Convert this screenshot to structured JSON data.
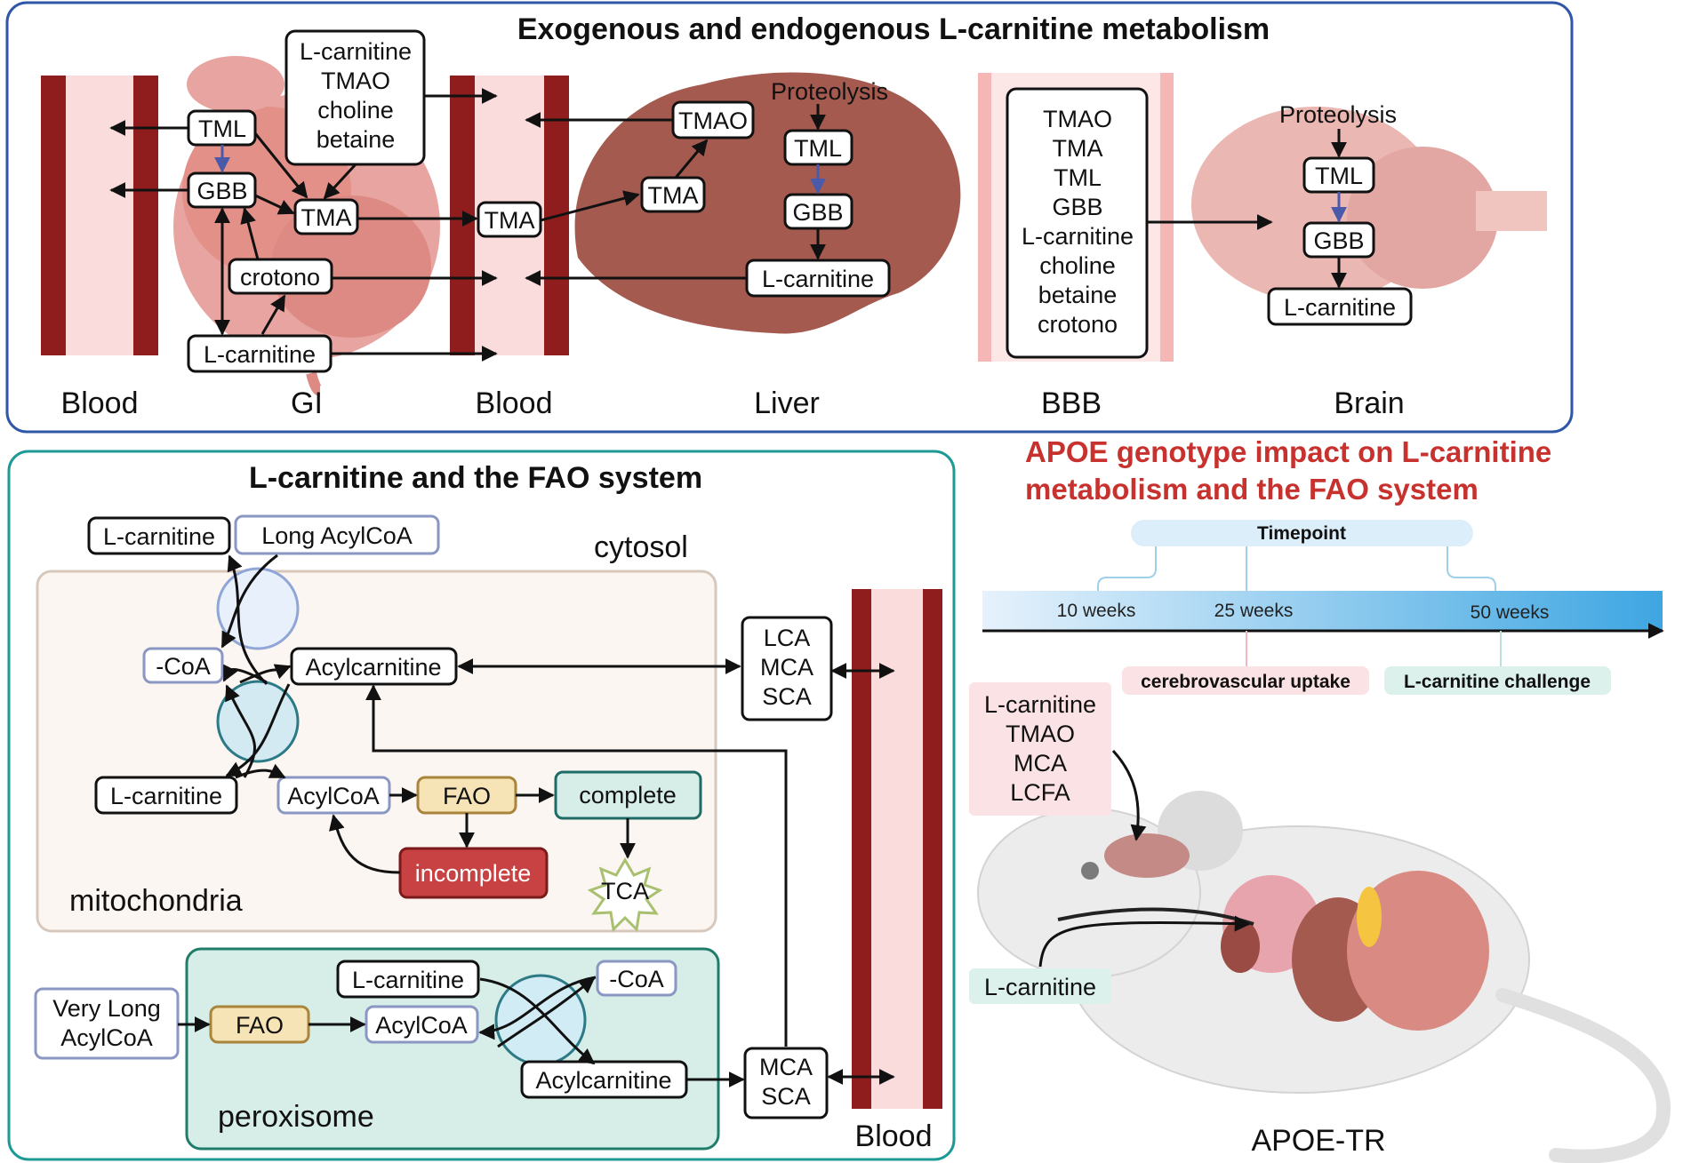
{
  "top_panel": {
    "title": "Exogenous and endogenous L-carnitine metabolism",
    "gi_box": [
      "L-carnitine",
      "TMAO",
      "choline",
      "betaine"
    ],
    "gi": {
      "tml": "TML",
      "gbb": "GBB",
      "tma": "TMA",
      "crotono": "crotono",
      "lcarnitine": "L-carnitine"
    },
    "blood_tma": "TMA",
    "liver": {
      "tmao": "TMAO",
      "tma": "TMA",
      "proteolysis": "Proteolysis",
      "tml": "TML",
      "gbb": "GBB",
      "lcarnitine": "L-carnitine"
    },
    "bbb_box": [
      "TMAO",
      "TMA",
      "TML",
      "GBB",
      "L-carnitine",
      "choline",
      "betaine",
      "crotono"
    ],
    "brain": {
      "proteolysis": "Proteolysis",
      "tml": "TML",
      "gbb": "GBB",
      "lcarnitine": "L-carnitine"
    },
    "zones": [
      "Blood",
      "GI",
      "Blood",
      "Liver",
      "BBB",
      "Brain"
    ]
  },
  "fao_panel": {
    "title": "L-carnitine and the FAO system",
    "cytosol_label": "cytosol",
    "cytosol_lcarnitine": "L-carnitine",
    "long_acylcoa": "Long AcylCoA",
    "coa": "-CoA",
    "acylcarnitine": "Acylcarnitine",
    "lca_box": [
      "LCA",
      "MCA",
      "SCA"
    ],
    "mito_lcarnitine": "L-carnitine",
    "acylcoa": "AcylCoA",
    "fao": "FAO",
    "complete": "complete",
    "incomplete": "incomplete",
    "tca": "TCA",
    "mitochondria_label": "mitochondria",
    "very_long_acylcoa": [
      "Very Long",
      "AcylCoA"
    ],
    "perox_fao": "FAO",
    "perox_lcarnitine": "L-carnitine",
    "perox_acylcoa": "AcylCoA",
    "perox_coa": "-CoA",
    "perox_acylcarnitine": "Acylcarnitine",
    "mca_sca_box": [
      "MCA",
      "SCA"
    ],
    "peroxisome_label": "peroxisome",
    "blood_label": "Blood"
  },
  "apoe_panel": {
    "title": [
      "APOE genotype impact on L-carnitine",
      "metabolism and the FAO system"
    ],
    "timepoint": "Timepoint",
    "weeks": [
      "10 weeks",
      "25 weeks",
      "50 weeks"
    ],
    "cerebrovascular_uptake": "cerebrovascular uptake",
    "lcarnitine_challenge": "L-carnitine challenge",
    "measured": [
      "L-carnitine",
      "TMAO",
      "MCA",
      "LCFA"
    ],
    "lcarnitine_input": "L-carnitine",
    "mouse_label": "APOE-TR"
  },
  "colors": {
    "top_panel_border": "#2f57a5",
    "fao_panel_border": "#1e9a96",
    "apoe_title": "#c8322e",
    "vessel_wall": "#8f1d1d",
    "vessel_lumen": "#fbdcdc",
    "incomplete_box": "#c84243",
    "fao_box": "#f6e4b6"
  }
}
